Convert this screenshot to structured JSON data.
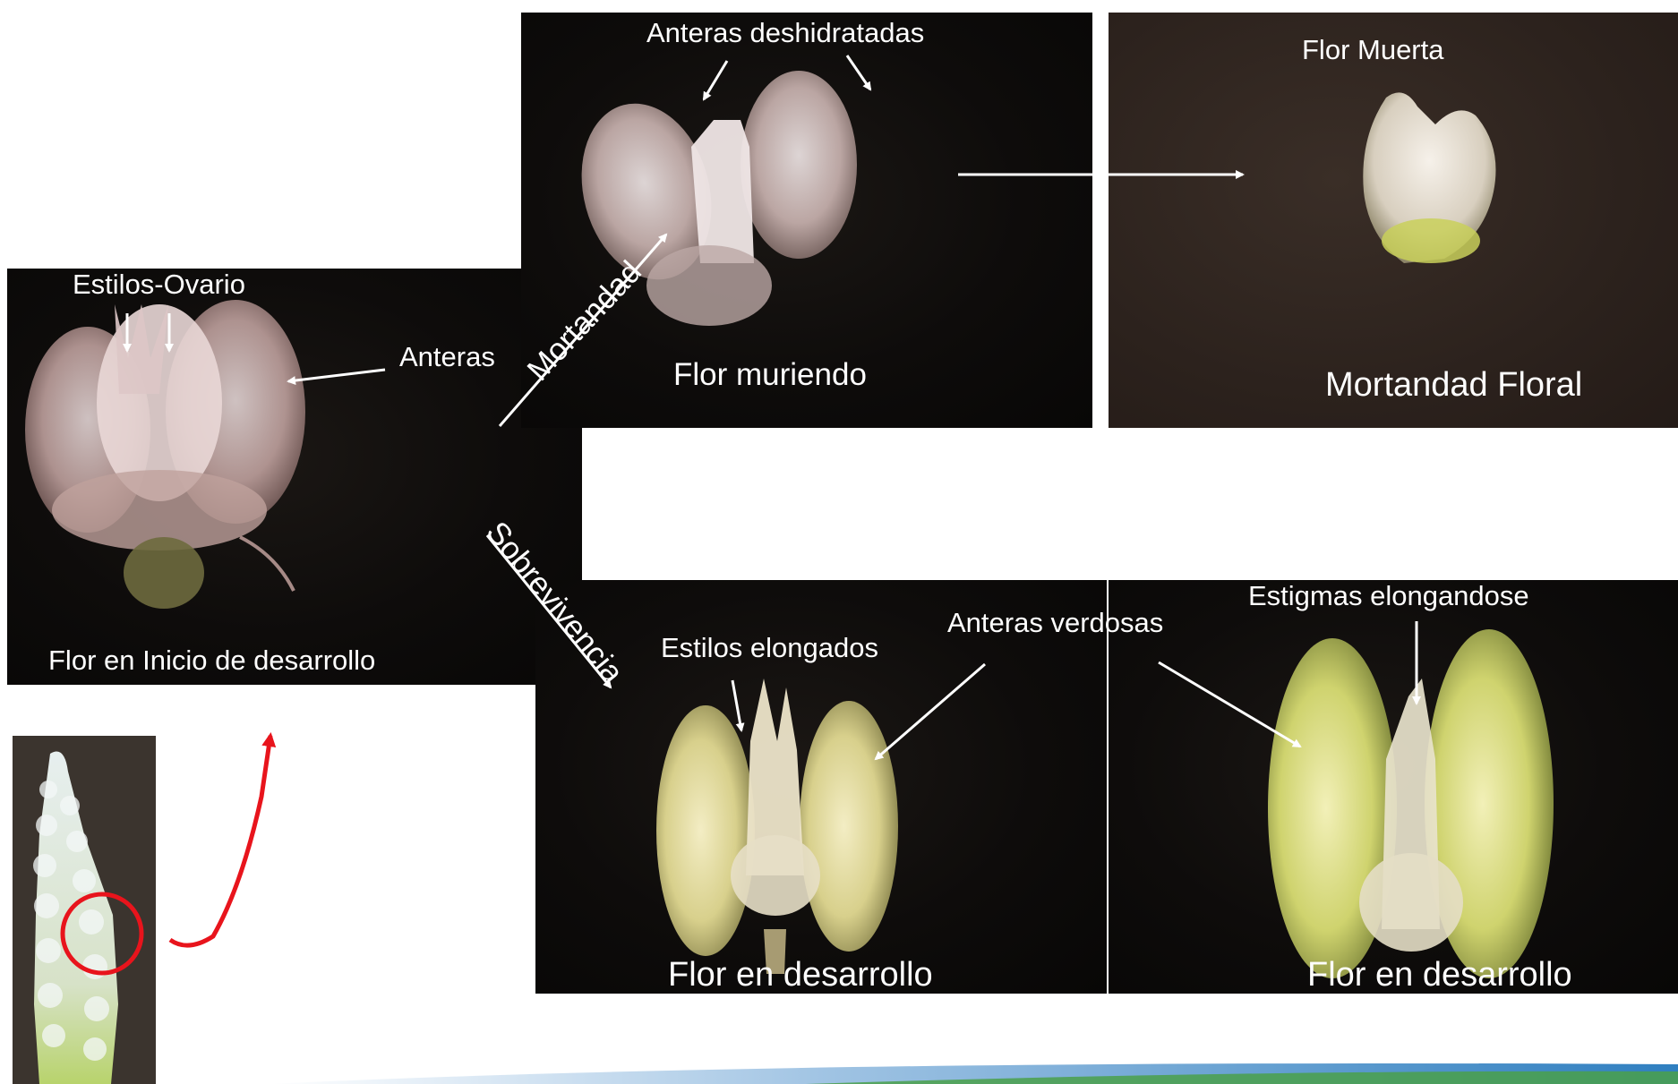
{
  "panels": {
    "initial": {
      "caption": "Flor en Inicio de desarrollo",
      "label_styles": "Estilos-Ovario",
      "label_anthers": "Anteras"
    },
    "dying": {
      "caption": "Flor muriendo",
      "label_anthers": "Anteras deshidratadas"
    },
    "dead": {
      "caption": "Mortandad Floral",
      "label_top": "Flor Muerta"
    },
    "developing_1": {
      "caption": "Flor en desarrollo",
      "label_styles": "Estilos elongados"
    },
    "developing_2": {
      "caption": "Flor en desarrollo",
      "label_stigmas": "Estigmas elongandose"
    },
    "shared_label_anthers_green": "Anteras verdosas"
  },
  "paths": {
    "mortality": "Mortandad",
    "survival": "Sobrevivencia"
  },
  "colors": {
    "panel_dark": "#0e0c0b",
    "panel_brown": "#2c221d",
    "highlight_red": "#e8141c",
    "label_white": "#ffffff"
  }
}
